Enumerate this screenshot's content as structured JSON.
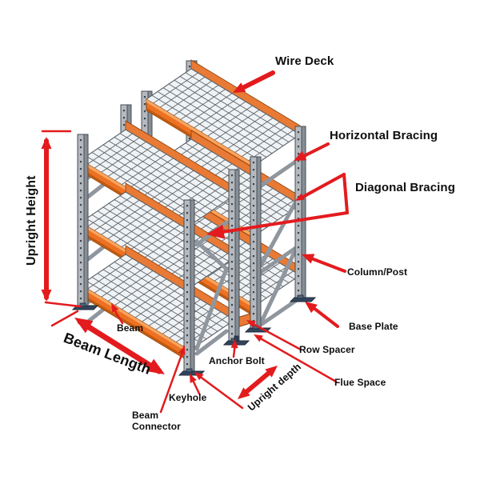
{
  "diagram": {
    "labels": {
      "wire_deck": "Wire Deck",
      "horizontal_bracing": "Horizontal Bracing",
      "diagonal_bracing": "Diagonal Bracing",
      "column_post": "Column/Post",
      "base_plate": "Base Plate",
      "row_spacer": "Row Spacer",
      "flue_space": "Flue Space",
      "anchor_bolt": "Anchor Bolt",
      "upright_depth": "Upright depth",
      "keyhole": "Keyhole",
      "beam_connector": "Beam\nConnector",
      "beam": "Beam",
      "beam_length": "Beam Length",
      "upright_height": "Upright Height"
    },
    "colors": {
      "annotation_red": "#e31b1e",
      "beam_orange": "#ed7123",
      "frame_gray": "#9aa1a8",
      "base_plate_navy": "#32455c",
      "background": "#ffffff"
    }
  }
}
